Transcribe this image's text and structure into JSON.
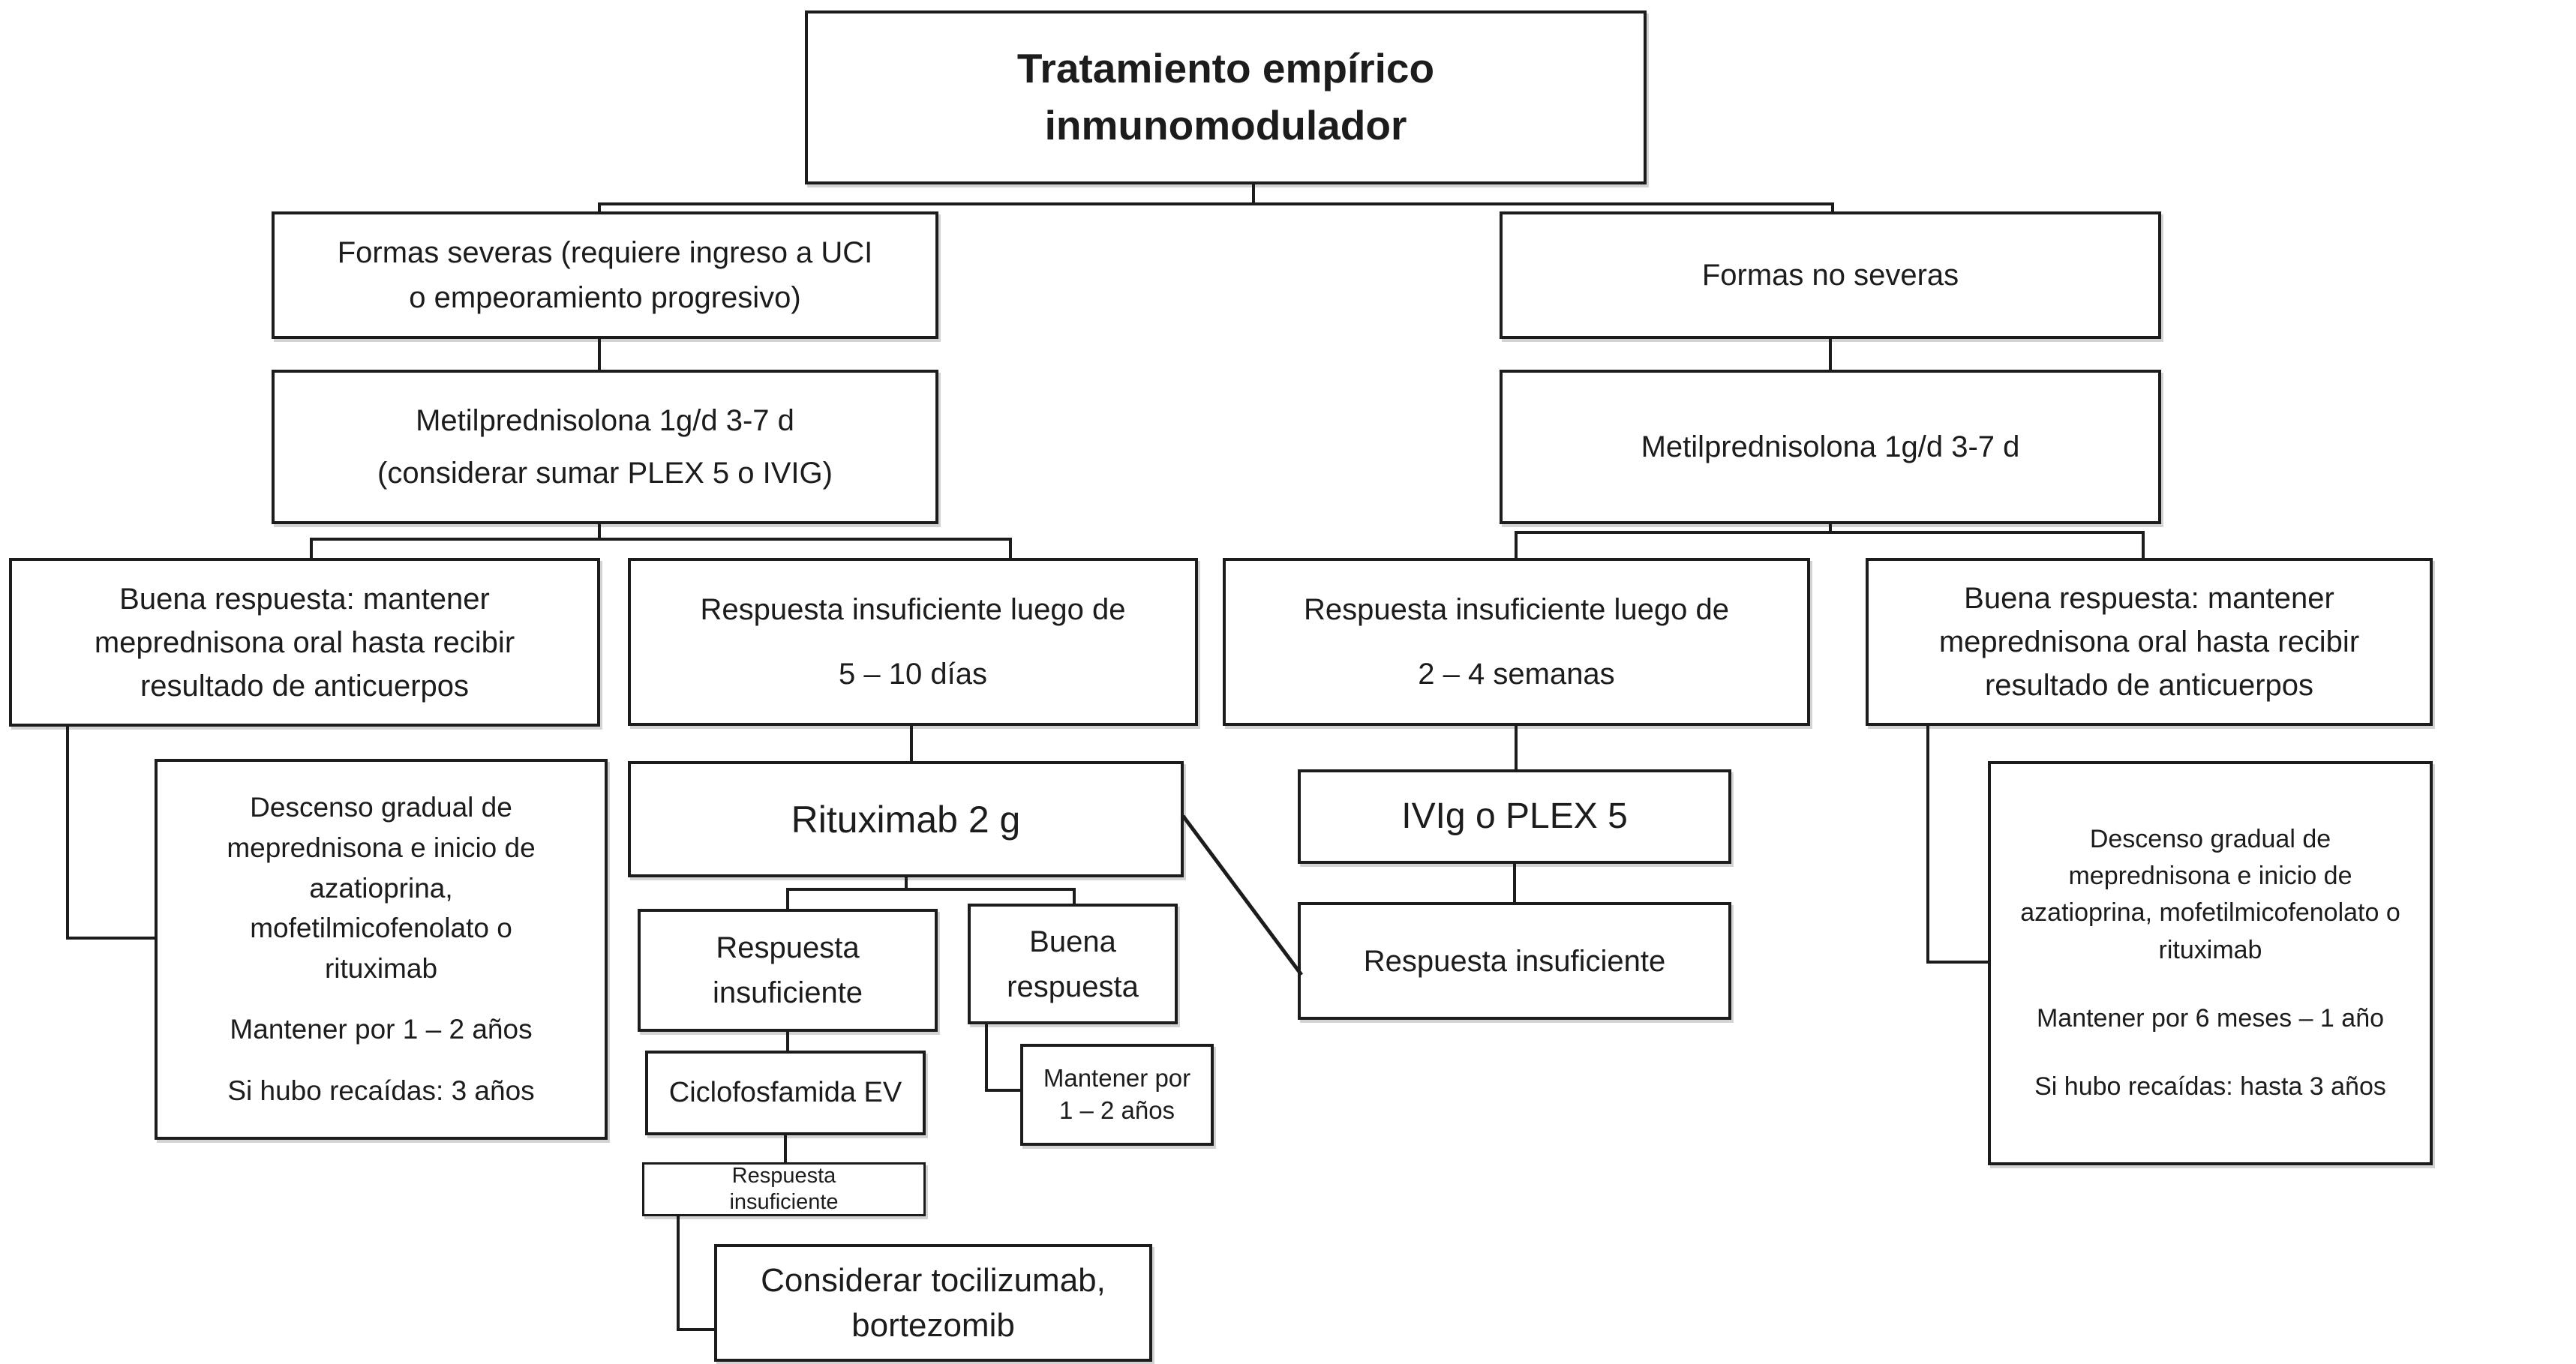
{
  "colors": {
    "background": "#ffffff",
    "box_fill": "#ffffff",
    "box_border": "#1c1c1c",
    "text": "#1c1c1c",
    "line": "#1c1c1c"
  },
  "nodes": {
    "title": {
      "label": [
        "Tratamiento empírico",
        "inmunomodulador"
      ]
    },
    "formas_severas": {
      "label": [
        "Formas severas (requiere ingreso a UCI",
        "o empeoramiento progresivo)"
      ]
    },
    "formas_no_severas": {
      "label": "Formas no severas"
    },
    "metilprednisolona_severas": {
      "label": [
        "Metilprednisolona 1g/d 3-7 d",
        "(considerar sumar PLEX 5 o IVIG)"
      ]
    },
    "metilprednisolona_no_severas": {
      "label": "Metilprednisolona 1g/d 3-7 d"
    },
    "buena_respuesta_severas": {
      "label": [
        "Buena respuesta: mantener",
        "meprednisona oral hasta recibir",
        "resultado de anticuerpos"
      ]
    },
    "respuesta_insuficiente_5_10_dias": {
      "label": [
        "Respuesta insuficiente luego de",
        "5 – 10 días"
      ]
    },
    "respuesta_insuficiente_2_4_semanas": {
      "label": [
        "Respuesta insuficiente luego de",
        "2 – 4 semanas"
      ]
    },
    "buena_respuesta_no_severas": {
      "label": [
        "Buena respuesta: mantener",
        "meprednisona oral hasta recibir",
        "resultado de anticuerpos"
      ]
    },
    "descenso_severas": {
      "p1": [
        "Descenso gradual de",
        "meprednisona e inicio de",
        "azatioprina,",
        "mofetilmicofenolato o",
        "rituximab"
      ],
      "p2": "Mantener por 1 – 2 años",
      "p3": "Si hubo recaídas: 3 años"
    },
    "rituximab": {
      "label": "Rituximab 2 g"
    },
    "ivig_o_plex": {
      "label": "IVIg o PLEX 5"
    },
    "descenso_no_severas": {
      "p1": [
        "Descenso gradual de",
        "meprednisona e inicio de",
        "azatioprina, mofetilmicofenolato o",
        "rituximab"
      ],
      "p2": "Mantener por 6 meses – 1 año",
      "p3": "Si hubo recaídas: hasta 3 años"
    },
    "respuesta_insuficiente_post_rituximab": {
      "label": [
        "Respuesta",
        "insuficiente"
      ]
    },
    "buena_respuesta_post_rituximab": {
      "label": [
        "Buena",
        "respuesta"
      ]
    },
    "respuesta_insuficiente_post_ivig": {
      "label": "Respuesta insuficiente"
    },
    "ciclofosfamida": {
      "label": "Ciclofosfamida EV"
    },
    "mantener_1_2_anios": {
      "label": [
        "Mantener por",
        "1 – 2 años"
      ]
    },
    "respuesta_insuficiente_post_ciclofosfamida": {
      "label": [
        "Respuesta",
        "insuficiente"
      ]
    },
    "considerar_tocilizumab": {
      "label": [
        "Considerar tocilizumab,",
        "bortezomib"
      ]
    }
  },
  "edges": [
    {
      "from": "title",
      "to": "formas_severas"
    },
    {
      "from": "title",
      "to": "formas_no_severas"
    },
    {
      "from": "formas_severas",
      "to": "metilprednisolona_severas"
    },
    {
      "from": "formas_no_severas",
      "to": "metilprednisolona_no_severas"
    },
    {
      "from": "metilprednisolona_severas",
      "to": "buena_respuesta_severas"
    },
    {
      "from": "metilprednisolona_severas",
      "to": "respuesta_insuficiente_5_10_dias"
    },
    {
      "from": "metilprednisolona_no_severas",
      "to": "respuesta_insuficiente_2_4_semanas"
    },
    {
      "from": "metilprednisolona_no_severas",
      "to": "buena_respuesta_no_severas"
    },
    {
      "from": "buena_respuesta_severas",
      "to": "descenso_severas"
    },
    {
      "from": "respuesta_insuficiente_5_10_dias",
      "to": "rituximab"
    },
    {
      "from": "respuesta_insuficiente_2_4_semanas",
      "to": "ivig_o_plex"
    },
    {
      "from": "buena_respuesta_no_severas",
      "to": "descenso_no_severas"
    },
    {
      "from": "rituximab",
      "to": "respuesta_insuficiente_post_rituximab"
    },
    {
      "from": "rituximab",
      "to": "buena_respuesta_post_rituximab"
    },
    {
      "from": "ivig_o_plex",
      "to": "respuesta_insuficiente_post_ivig"
    },
    {
      "from": "respuesta_insuficiente_post_ivig",
      "to": "rituximab"
    },
    {
      "from": "respuesta_insuficiente_post_rituximab",
      "to": "ciclofosfamida"
    },
    {
      "from": "buena_respuesta_post_rituximab",
      "to": "mantener_1_2_anios"
    },
    {
      "from": "ciclofosfamida",
      "to": "respuesta_insuficiente_post_ciclofosfamida"
    },
    {
      "from": "respuesta_insuficiente_post_ciclofosfamida",
      "to": "considerar_tocilizumab"
    }
  ]
}
